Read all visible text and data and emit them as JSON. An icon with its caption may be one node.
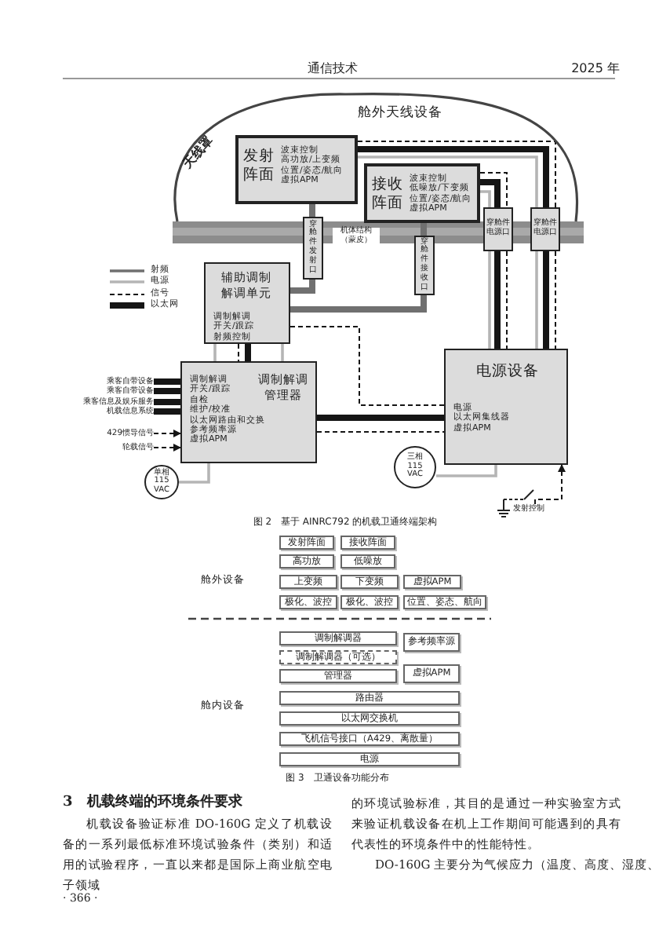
{
  "diagram": {
    "nodes": [
      {
        "text": [
          "舱外天线设备"
        ],
        "beside": [
          "天线罩"
        ]
      },
      {
        "text": [
          "发射阵面",
          "波束控制",
          "高功放/上变频",
          "位置/姿态/航向",
          "虚拟APM"
        ],
        "in": 0
      },
      {
        "text": [
          "接收阵面",
          "波束控制",
          "低噪放/下变频",
          "位置/姿态/航向",
          "虚拟APM"
        ],
        "in": 0
      },
      {
        "text": [
          "穿舱件发射口"
        ]
      },
      {
        "text": [
          "穿舱件接收口"
        ]
      },
      {
        "text": [
          "穿舱件电源口"
        ]
      },
      {
        "text": [
          "穿舱件电源口"
        ]
      },
      {
        "text": [
          "辅助调制解调单元",
          "调制解调",
          "开关/跟踪",
          "射频控制"
        ]
      },
      {
        "text": [
          "调制解调管理器",
          "调制解调",
          "开关/跟踪",
          "自检",
          "维护/校准",
          "以太网路由和交换",
          "参考频率源",
          "虚拟APM"
        ]
      },
      {
        "text": [
          "电源设备",
          "电源",
          "以太网集线器",
          "虚拟APM"
        ]
      },
      {
        "text": [
          "乘客自带设备"
        ]
      },
      {
        "text": [
          "乘客自带设备"
        ]
      },
      {
        "text": [
          "乘客信息及娱乐服务"
        ]
      },
      {
        "text": [
          "机载信息系统"
        ]
      },
      {
        "text": [
          "429惯导信号"
        ]
      },
      {
        "text": [
          "轮载信号"
        ]
      },
      {
        "text": [
          "单相 115 VAC"
        ]
      },
      {
        "text": [
          "三相 115 VAC"
        ]
      },
      {
        "text": [
          "发射控制"
        ]
      },
      {
        "text": [
          "发射阵面"
        ]
      },
      {
        "text": [
          "接收阵面"
        ]
      },
      {
        "text": [
          "高功放"
        ]
      },
      {
        "text": [
          "低噪放"
        ]
      },
      {
        "text": [
          "上变频"
        ]
      },
      {
        "text": [
          "下变频"
        ]
      },
      {
        "text": [
          "虚拟APM"
        ]
      },
      {
        "text": [
          "极化、波控"
        ]
      },
      {
        "text": [
          "极化、波控"
        ]
      },
      {
        "text": [
          "位置、姿态、航向"
        ]
      },
      {
        "text": [
          "调制解调器"
        ]
      },
      {
        "text": [
          "参考频率源"
        ]
      },
      {
        "text": [
          "调制解调器（可选）"
        ]
      },
      {
        "text": [
          "管理器"
        ]
      },
      {
        "text": [
          "虚拟APM"
        ]
      },
      {
        "text": [
          "路由器"
        ]
      },
      {
        "text": [
          "以太网交换机"
        ]
      },
      {
        "text": [
          "飞机信号接口（A429、离散量）"
        ]
      },
      {
        "text": [
          "电源"
        ]
      }
    ],
    "edges": [
      {
        "from": 1,
        "to": 3,
        "arrow": "none",
        "style": "thick",
        "color": "#707070"
      },
      {
        "from": 3,
        "to": 7,
        "arrow": "none",
        "style": "thick",
        "color": "#707070"
      },
      {
        "from": 2,
        "to": 4,
        "arrow": "none",
        "style": "thick",
        "color": "#707070"
      },
      {
        "from": 4,
        "to": 7,
        "arrow": "none",
        "style": "thick",
        "color": "#707070"
      },
      {
        "from": 1,
        "to": 6,
        "arrow": "none",
        "style": "dashed"
      },
      {
        "from": 1,
        "to": 6,
        "arrow": "none",
        "style": "thick"
      },
      {
        "from": 1,
        "to": 6,
        "arrow": "none",
        "color": "#b5b5b5"
      },
      {
        "from": 2,
        "to": 5,
        "arrow": "none",
        "style": "dashed"
      },
      {
        "from": 2,
        "to": 5,
        "arrow": "none",
        "style": "thick"
      },
      {
        "from": 2,
        "to": 5,
        "arrow": "none",
        "color": "#b5b5b5"
      },
      {
        "from": 5,
        "to": 9,
        "arrow": "none",
        "color": "#b5b5b5"
      },
      {
        "from": 5,
        "to": 9,
        "arrow": "none",
        "style": "thick"
      },
      {
        "from": 5,
        "to": 9,
        "arrow": "none",
        "style": "dashed"
      },
      {
        "from": 6,
        "to": 9,
        "arrow": "none",
        "color": "#b5b5b5"
      },
      {
        "from": 6,
        "to": 9,
        "arrow": "none",
        "style": "thick"
      },
      {
        "from": 6,
        "to": 9,
        "arrow": "none",
        "style": "dashed"
      },
      {
        "from": 7,
        "to": 8,
        "arrow": "none",
        "color": "#b5b5b5"
      },
      {
        "from": 7,
        "to": 8,
        "arrow": "none",
        "style": "dashed"
      },
      {
        "from": 7,
        "to": 8,
        "arrow": "none",
        "style": "thick"
      },
      {
        "from": 7,
        "to": 8,
        "arrow": "none",
        "color": "#b5b5b5"
      },
      {
        "from": 7,
        "to": 9,
        "arrow": "none",
        "style": "dashed"
      },
      {
        "from": 8,
        "to": 9,
        "arrow": "none",
        "style": "thick"
      },
      {
        "from": 8,
        "to": 9,
        "arrow": "none",
        "style": "dashed"
      },
      {
        "from": 10,
        "to": 8,
        "arrow": "none",
        "style": "thick"
      },
      {
        "from": 11,
        "to": 8,
        "arrow": "none",
        "style": "thick"
      },
      {
        "from": 12,
        "to": 8,
        "arrow": "none",
        "style": "thick"
      },
      {
        "from": 13,
        "to": 8,
        "arrow": "none",
        "style": "thick"
      },
      {
        "from": 14,
        "to": 8,
        "arrow": "to",
        "style": "dashed"
      },
      {
        "from": 15,
        "to": 8,
        "arrow": "to",
        "style": "dashed"
      },
      {
        "from": 16,
        "to": 8,
        "arrow": "none",
        "color": "#b5b5b5"
      },
      {
        "from": 17,
        "to": 9,
        "arrow": "none",
        "color": "#b5b5b5"
      },
      {
        "from": 18,
        "to": 9,
        "arrow": "to",
        "style": "dashed"
      }
    ],
    "labels": [
      "通信技术",
      "2025 年",
      "机体结构（蒙皮）",
      "图 2　基于 AINRC792 的机载卫通终端架构",
      "舱外设备",
      "舱内设备",
      "图 3　卫通设备功能分布",
      "3　机载终端的环境条件要求",
      "机载设备验证标准 DO-160G 定义了机载设备的一系列最低标准环境试验条件（类别）和适用的试验程序，一直以来都是国际上商业航空电子领域",
      "的环境试验标准，其目的是通过一种实验室方式来验证机载设备在机上工作期间可能遇到的具有代表性的环境条件中的性能特性。",
      "DO-160G 主要分为气候应力（温度、高度、湿度、",
      "· 366 ·"
    ],
    "legend": [
      {
        "text": "射频"
      },
      {
        "text": "电源"
      },
      {
        "text": "信号"
      },
      {
        "text": "以太网"
      }
    ]
  }
}
